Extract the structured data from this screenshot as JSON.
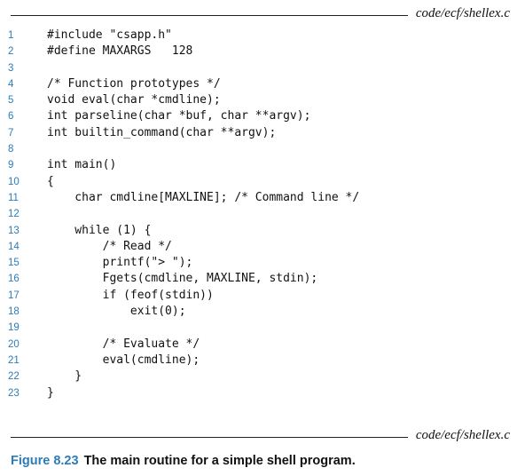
{
  "header": {
    "filename": "code/ecf/shellex.c"
  },
  "code": {
    "lines": [
      {
        "num": "1",
        "text": "#include \"csapp.h\""
      },
      {
        "num": "2",
        "text": "#define MAXARGS   128"
      },
      {
        "num": "3",
        "text": ""
      },
      {
        "num": "4",
        "text": "/* Function prototypes */"
      },
      {
        "num": "5",
        "text": "void eval(char *cmdline);"
      },
      {
        "num": "6",
        "text": "int parseline(char *buf, char **argv);"
      },
      {
        "num": "7",
        "text": "int builtin_command(char **argv);"
      },
      {
        "num": "8",
        "text": ""
      },
      {
        "num": "9",
        "text": "int main()"
      },
      {
        "num": "10",
        "text": "{"
      },
      {
        "num": "11",
        "text": "    char cmdline[MAXLINE]; /* Command line */"
      },
      {
        "num": "12",
        "text": ""
      },
      {
        "num": "13",
        "text": "    while (1) {"
      },
      {
        "num": "14",
        "text": "        /* Read */"
      },
      {
        "num": "15",
        "text": "        printf(\"> \");"
      },
      {
        "num": "16",
        "text": "        Fgets(cmdline, MAXLINE, stdin);"
      },
      {
        "num": "17",
        "text": "        if (feof(stdin))"
      },
      {
        "num": "18",
        "text": "            exit(0);"
      },
      {
        "num": "19",
        "text": ""
      },
      {
        "num": "20",
        "text": "        /* Evaluate */"
      },
      {
        "num": "21",
        "text": "        eval(cmdline);"
      },
      {
        "num": "22",
        "text": "    }"
      },
      {
        "num": "23",
        "text": "}"
      }
    ]
  },
  "footer": {
    "filename": "code/ecf/shellex.c"
  },
  "caption": {
    "label": "Figure 8.23",
    "text": "The main routine for a simple shell program."
  },
  "colors": {
    "accent": "#2b7cb8",
    "text": "#111111",
    "rule": "#222222"
  }
}
